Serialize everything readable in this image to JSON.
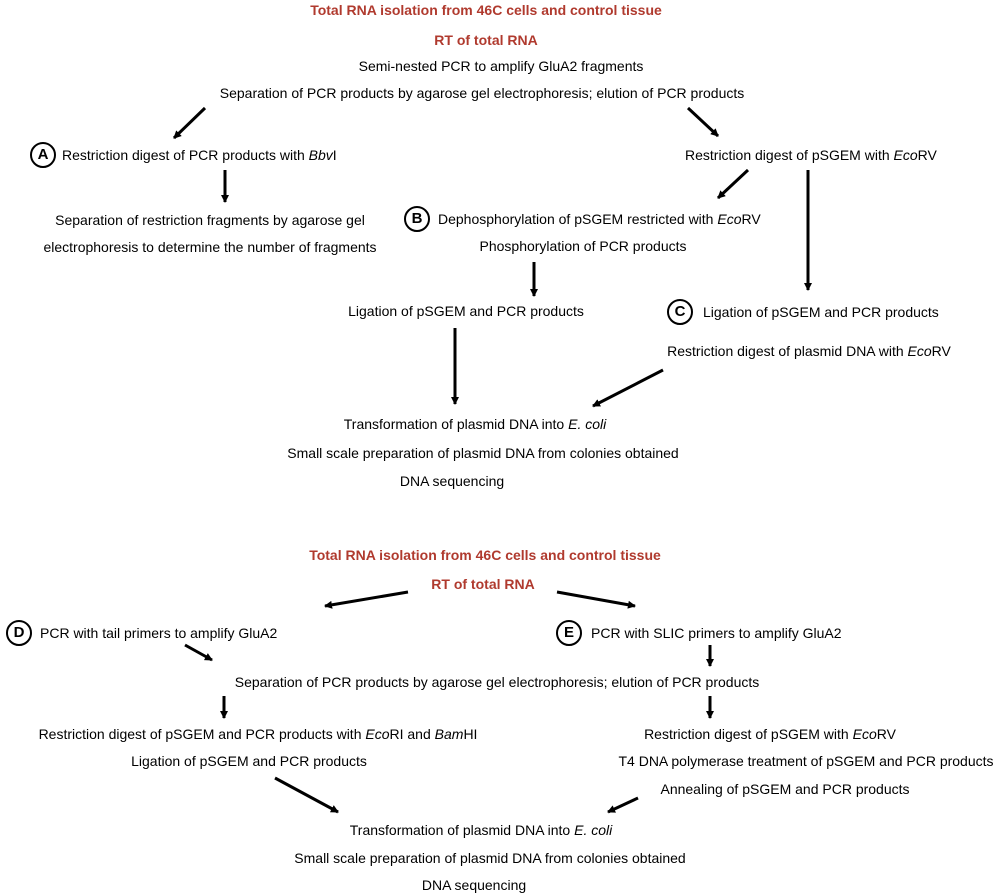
{
  "part1": {
    "title1": "Total RNA isolation from 46C cells and control tissue",
    "title2": "RT of total RNA",
    "pcr": "Semi-nested PCR to amplify GluA2 fragments",
    "separation": "Separation of PCR products by agarose gel electrophoresis; elution of PCR products",
    "a_label": "A",
    "a_step_pre": "Restriction digest of PCR products with ",
    "a_step_enzyme": "Bbv",
    "a_step_post": "I",
    "a_sep1": "Separation of restriction fragments by agarose gel",
    "a_sep2": "electrophoresis to determine the number of fragments",
    "right_digest_pre": "Restriction digest of pSGEM with ",
    "right_digest_enzyme": "Eco",
    "right_digest_post": "RV",
    "b_label": "B",
    "b_dephos_pre": "Dephosphorylation of pSGEM restricted with ",
    "b_dephos_enzyme": "Eco",
    "b_dephos_post": "RV",
    "b_phos": "Phosphorylation of PCR products",
    "b_ligation": "Ligation of pSGEM and PCR products",
    "c_label": "C",
    "c_ligation": "Ligation of pSGEM and PCR products",
    "c_digest_pre": "Restriction digest of plasmid DNA with ",
    "c_digest_enzyme": "Eco",
    "c_digest_post": "RV",
    "transform_pre": "Transformation of plasmid DNA into ",
    "transform_org": "E. coli",
    "smallscale": "Small scale preparation of plasmid DNA from colonies obtained",
    "sequencing": "DNA sequencing"
  },
  "part2": {
    "title1": "Total RNA isolation from 46C cells and control tissue",
    "title2": "RT of total RNA",
    "d_label": "D",
    "d_pcr": "PCR with tail primers to amplify GluA2",
    "e_label": "E",
    "e_pcr": "PCR with SLIC primers to amplify GluA2",
    "separation": "Separation of PCR products by agarose gel electrophoresis; elution of PCR products",
    "d_digest_pre": "Restriction digest of pSGEM and PCR products with ",
    "d_digest_enz1": "Eco",
    "d_digest_mid1": "RI and ",
    "d_digest_enz2": "Bam",
    "d_digest_post": "HI",
    "d_ligation": "Ligation of pSGEM and PCR products",
    "e_digest_pre": "Restriction digest of pSGEM with ",
    "e_digest_enzyme": "Eco",
    "e_digest_post": "RV",
    "e_t4": "T4 DNA polymerase treatment of pSGEM and PCR products",
    "e_annealing": "Annealing of pSGEM and PCR products",
    "transform_pre": "Transformation of plasmid DNA into ",
    "transform_org": "E. coli",
    "smallscale": "Small scale preparation of plasmid DNA from colonies obtained",
    "sequencing": "DNA sequencing"
  }
}
